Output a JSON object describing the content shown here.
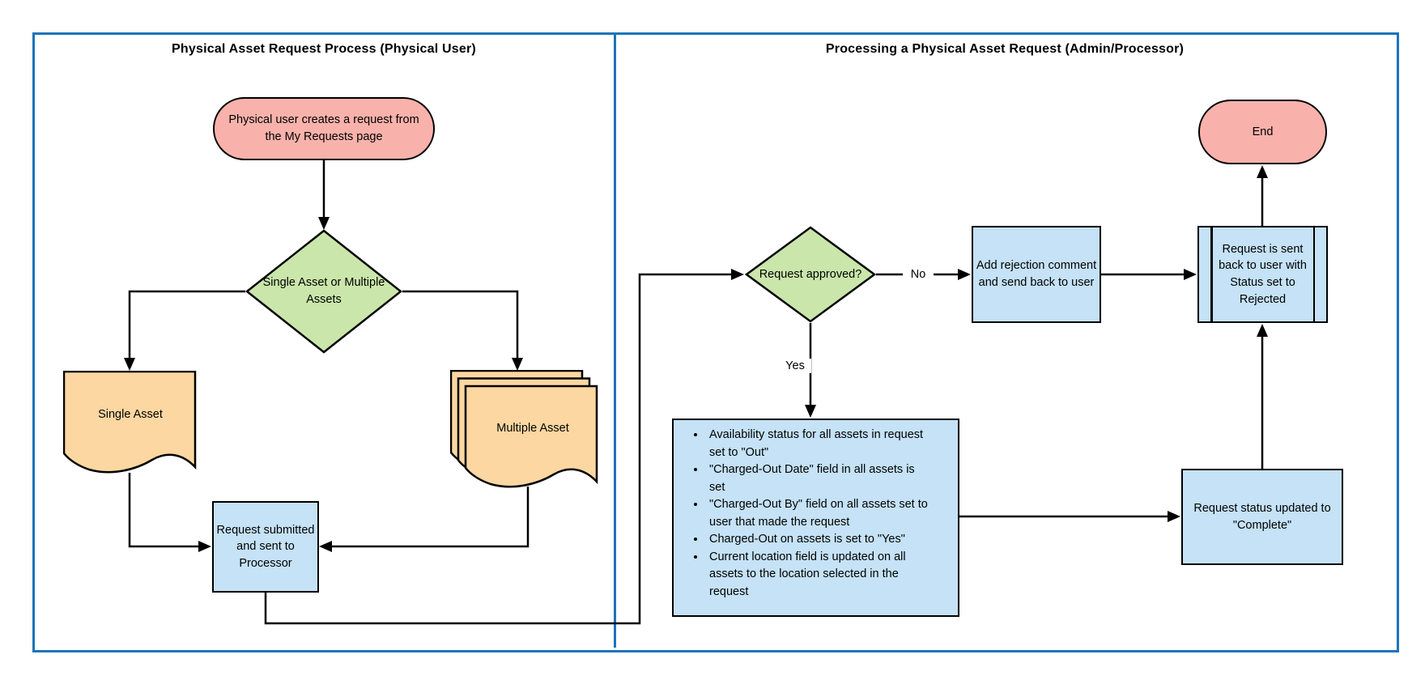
{
  "diagram": {
    "type": "flowchart",
    "colors": {
      "panel_border": "#1b74ba",
      "terminator_fill": "#f9b2ab",
      "decision_fill": "#cae6ab",
      "document_fill": "#fcd7a1",
      "process_fill": "#c5e2f6",
      "stroke": "#000000"
    }
  },
  "left_lane": {
    "title": "Physical Asset Request Process (Physical User)",
    "start_terminator": "Physical user creates a request from the My Requests page",
    "decision": "Single Asset or Multiple Assets",
    "single_asset_document": "Single Asset",
    "multiple_asset_document": "Multiple Asset",
    "submit_process": "Request submitted and sent to Processor"
  },
  "right_lane": {
    "title": "Processing a Physical Asset Request (Admin/Processor)",
    "decision": "Request approved?",
    "no_label": "No",
    "yes_label": "Yes",
    "reject_process": "Add rejection comment and send back to user",
    "sent_back_predefined": "Request is sent back to user with Status set to Rejected",
    "end_terminator": "End",
    "approved_actions": [
      "Availability status for all assets in request set to \"Out\"",
      "\"Charged-Out Date\" field in all assets is set",
      "\"Charged-Out By\" field on all assets set to user that made the request",
      "Charged-Out on assets is set to \"Yes\"",
      "Current location field is updated on all assets to the location selected in the request"
    ],
    "complete_process": "Request status updated to \"Complete\""
  }
}
